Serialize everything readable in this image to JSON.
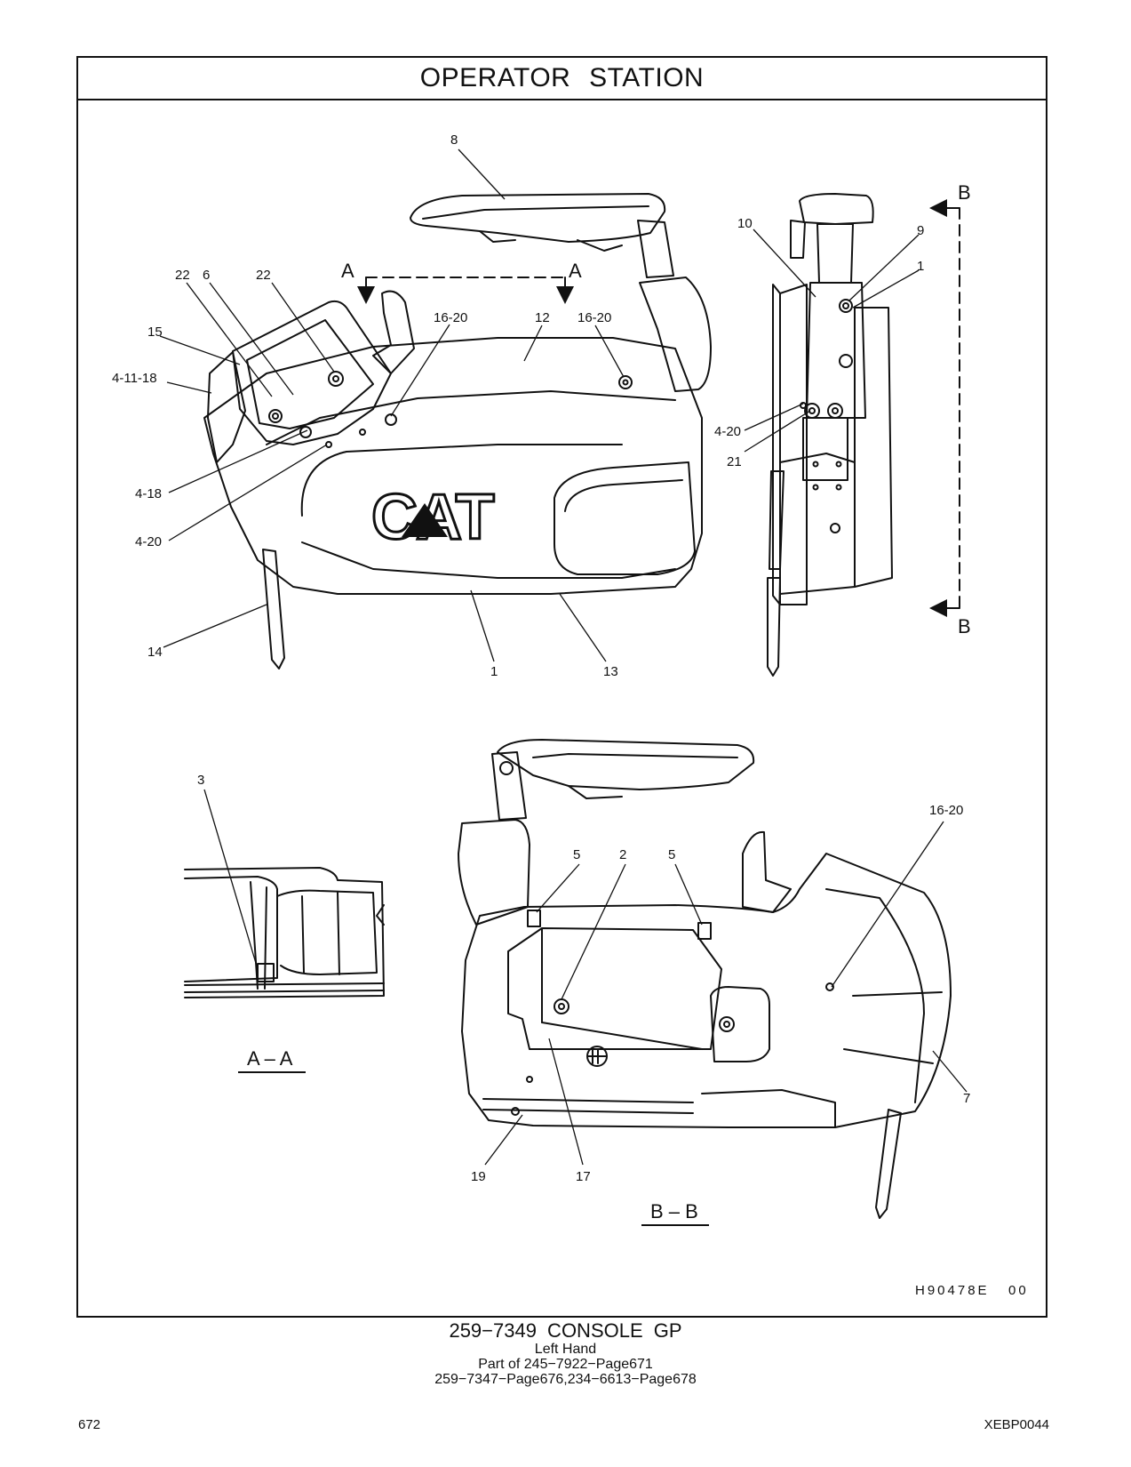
{
  "header": {
    "title": "OPERATOR   STATION"
  },
  "sections": {
    "a_letter": "A",
    "b_letter": "B",
    "a_label": "A – A",
    "b_label": "B – B"
  },
  "callouts": {
    "side_view": [
      "8",
      "22",
      "6",
      "22",
      "15",
      "4-11-18",
      "16-20",
      "12",
      "16-20",
      "4-18",
      "4-20",
      "14",
      "1",
      "13"
    ],
    "end_view": [
      "10",
      "9",
      "1",
      "4-20",
      "21"
    ],
    "section_aa": [
      "3"
    ],
    "section_bb": [
      "16-20",
      "5",
      "2",
      "5",
      "7",
      "19",
      "17"
    ]
  },
  "logo": {
    "text": "CAT"
  },
  "figure_id": "H90478E   00",
  "caption": {
    "title": "259−7349   CONSOLE  GP",
    "subtitle": "Left  Hand",
    "part_of": "Part of 245−7922−Page671",
    "pages": "259−7347−Page676,234−6613−Page678"
  },
  "footer": {
    "page_number": "672",
    "doc_code": "XEBP0044"
  }
}
